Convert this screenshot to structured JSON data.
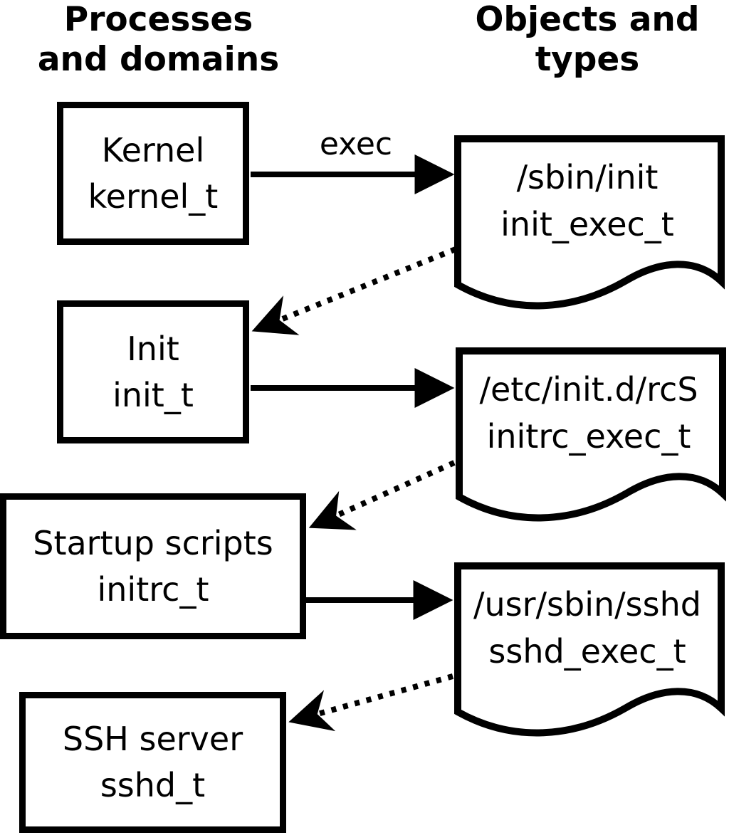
{
  "diagram": {
    "colors": {
      "foreground": "#000000",
      "background": "#ffffff"
    },
    "column_headers": {
      "processes": {
        "line1": "Processes",
        "line2": "and domains"
      },
      "objects": {
        "line1": "Objects and",
        "line2": "types"
      }
    },
    "process_boxes": [
      {
        "name": "Kernel",
        "domain": "kernel_t"
      },
      {
        "name": "Init",
        "domain": "init_t"
      },
      {
        "name": "Startup scripts",
        "domain": "initrc_t"
      },
      {
        "name": "SSH server",
        "domain": "sshd_t"
      }
    ],
    "object_documents": [
      {
        "path": "/sbin/init",
        "type": "init_exec_t"
      },
      {
        "path": "/etc/init.d/rcS",
        "type": "initrc_exec_t"
      },
      {
        "path": "/usr/sbin/sshd",
        "type": "sshd_exec_t"
      }
    ],
    "edge_labels": {
      "exec": "exec"
    }
  }
}
